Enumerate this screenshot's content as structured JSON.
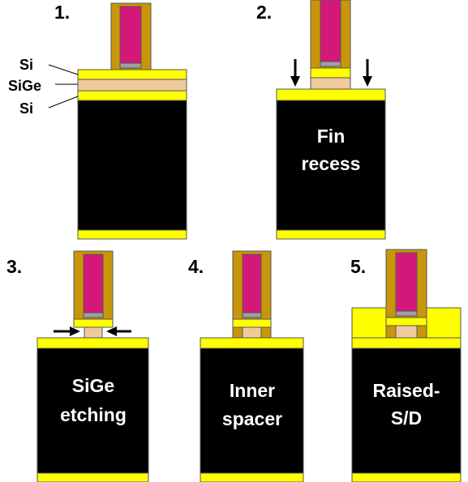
{
  "colors": {
    "silicon": "#ffff00",
    "sige": "#f0c99c",
    "substrate": "#000000",
    "gate_spacer": "#c8960a",
    "gate_metal": "#d4187a",
    "gate_oxide": "#a0a0a0",
    "outline": "#555555"
  },
  "layer_labels": {
    "si_top": "Si",
    "sige": "SiGe",
    "si_bottom": "Si"
  },
  "steps": [
    {
      "number": "1.",
      "caption": []
    },
    {
      "number": "2.",
      "caption": [
        "Fin",
        "recess"
      ]
    },
    {
      "number": "3.",
      "caption": [
        "SiGe",
        "etching"
      ]
    },
    {
      "number": "4.",
      "caption": [
        "Inner",
        "spacer"
      ]
    },
    {
      "number": "5.",
      "caption": [
        "Raised-",
        "S/D"
      ]
    }
  ]
}
